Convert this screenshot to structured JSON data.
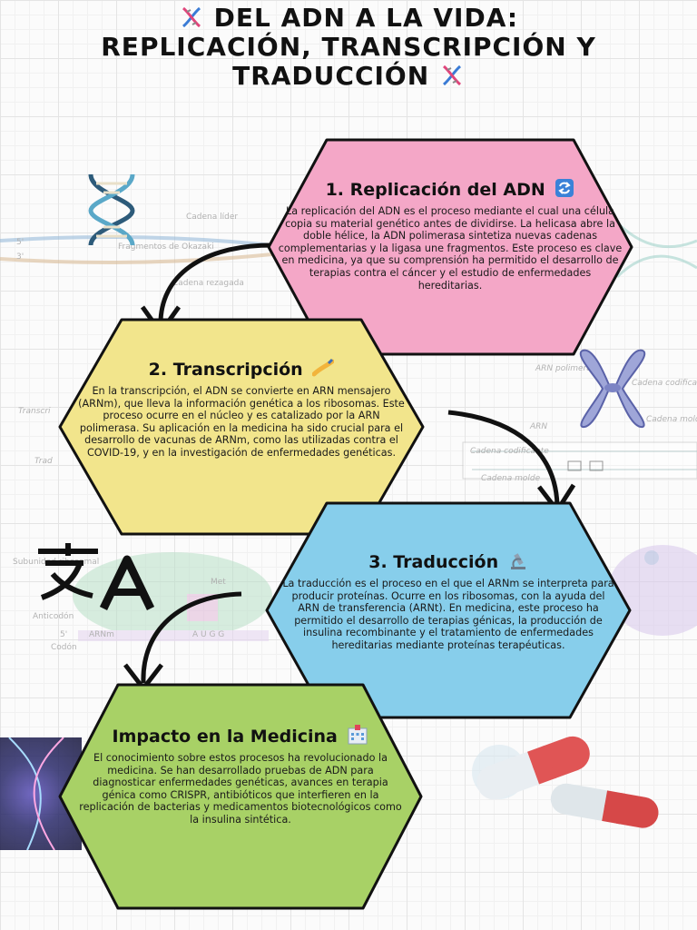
{
  "title": {
    "line1": "DEL ADN A LA VIDA:",
    "line2": "REPLICACIÓN, TRANSCRIPCIÓN Y",
    "line3": "TRADUCCIÓN"
  },
  "sections": [
    {
      "heading": "1. Replicación del ADN",
      "icon": "repeat-icon",
      "color": "#f4a7c7",
      "body": "La replicación del ADN es el proceso mediante el cual una célula copia su material genético antes de dividirse. La helicasa abre la doble hélice, la ADN polimerasa sintetiza nuevas cadenas complementarias y la ligasa une fragmentos. Este proceso es clave en medicina, ya que su comprensión ha permitido el desarrollo de terapias contra el cáncer y el estudio de enfermedades hereditarias."
    },
    {
      "heading": "2. Transcripción",
      "icon": "writing-hand-icon",
      "color": "#f2e58c",
      "body": "En la transcripción, el ADN se convierte en ARN mensajero (ARNm), que lleva la información genética a los ribosomas. Este proceso ocurre en el núcleo y es catalizado por la ARN polimerasa. Su aplicación en la medicina ha sido crucial para el desarrollo de vacunas de ARNm, como las utilizadas contra el COVID-19, y en la investigación de enfermedades genéticas."
    },
    {
      "heading": "3. Traducción",
      "icon": "microscope-icon",
      "color": "#87ceeb",
      "body": "La traducción es el proceso en el que el ARNm se interpreta para producir proteínas. Ocurre en los ribosomas, con la ayuda del ARN de transferencia (ARNt). En medicina, este proceso ha permitido el desarrollo de terapias génicas, la producción de insulina recombinante y el tratamiento de enfermedades hereditarias mediante proteínas terapéuticas."
    },
    {
      "heading": "Impacto en la Medicina",
      "icon": "hospital-icon",
      "color": "#a8d166",
      "body": "El conocimiento sobre estos procesos ha revolucionado la medicina. Se han desarrollado pruebas de ADN para diagnosticar enfermedades genéticas, avances en terapia génica como CRISPR, antibióticos que interfieren en la replicación de bacterias y medicamentos biotecnológicos como la insulina sintética."
    }
  ],
  "background_labels": {
    "replication": [
      "Cadena líder",
      "Fragmentos de Okazaki",
      "Cadena rezagada",
      "5'",
      "3'"
    ],
    "transcription": [
      "ARN polimerasa",
      "Cadena codificante",
      "Cadena molde",
      "ARN",
      "Cadena codificante",
      "Cadena molde",
      "Transcri",
      "Trad"
    ],
    "translation": [
      "Subunidad ribosomal",
      "Met",
      "Anticodón",
      "5'",
      "ARNm",
      "Codón",
      "A U G G"
    ]
  },
  "decorations": [
    "dna-icon",
    "chromosome-icon",
    "translate-icon",
    "pill-icon"
  ]
}
